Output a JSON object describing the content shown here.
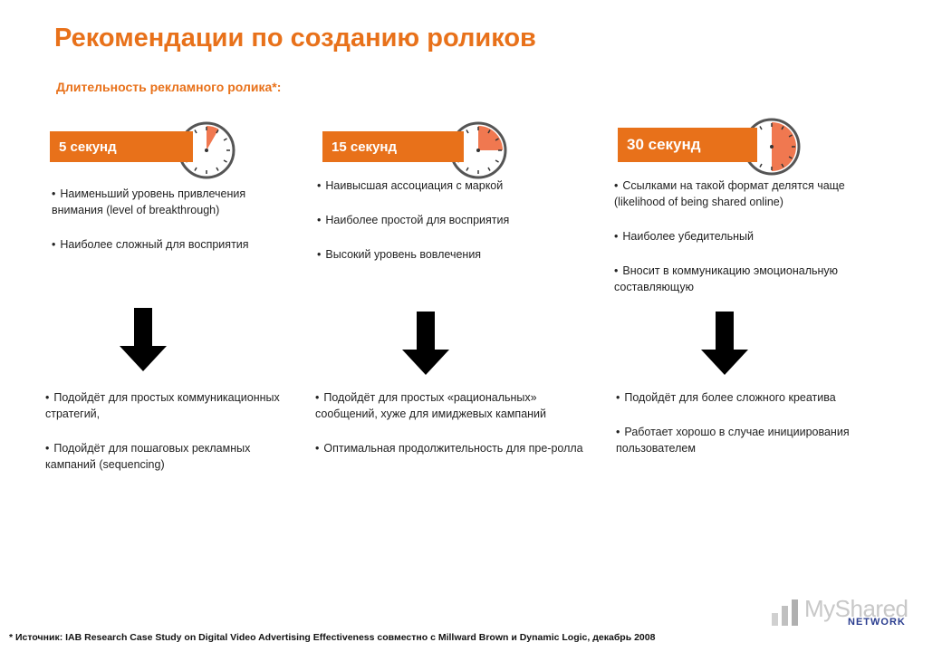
{
  "slide": {
    "title": "Рекомендации по созданию роликов",
    "subtitle": "Длительность рекламного ролика*:"
  },
  "columns": [
    {
      "label": "5 секунд",
      "top_bullets": [
        "Наименьший уровень привлечения внимания (level of breakthrough)",
        "Наиболее сложный для восприятия"
      ],
      "bottom_bullets": [
        "Подойдёт для простых коммуникационных стратегий,",
        "Подойдёт для пошаговых рекламных кампаний (sequencing)"
      ]
    },
    {
      "label": "15 секунд",
      "top_bullets": [
        "Наивысшая ассоциация с маркой",
        "Наиболее простой для восприятия",
        "Высокий уровень вовлечения"
      ],
      "bottom_bullets": [
        "Подойдёт для простых «рациональных» сообщений, хуже для имиджевых кампаний",
        "Оптимальная продолжительность для пре-ролла"
      ]
    },
    {
      "label": "30 секунд",
      "top_bullets": [
        "Ссылками на такой формат делятся чаще (likelihood of being shared online)",
        "Наиболее убедительный",
        "Вносит в коммуникацию эмоциональную составляющую"
      ],
      "bottom_bullets": [
        "Подойдёт для более сложного креатива",
        "Работает хорошо в случае инициирования пользователем"
      ]
    }
  ],
  "clock_fill_fraction": [
    0.083,
    0.25,
    0.5
  ],
  "colors": {
    "accent": "#e8711a",
    "clock_fill": "#f07850",
    "arrow": "#000000"
  },
  "footnote": "* Источник: IAB Research Case Study on Digital Video Advertising Effectiveness совместно с Millward Brown и Dynamic Logic, декабрь 2008",
  "watermark": {
    "text": "MyShared",
    "sub": "NETWORK"
  }
}
